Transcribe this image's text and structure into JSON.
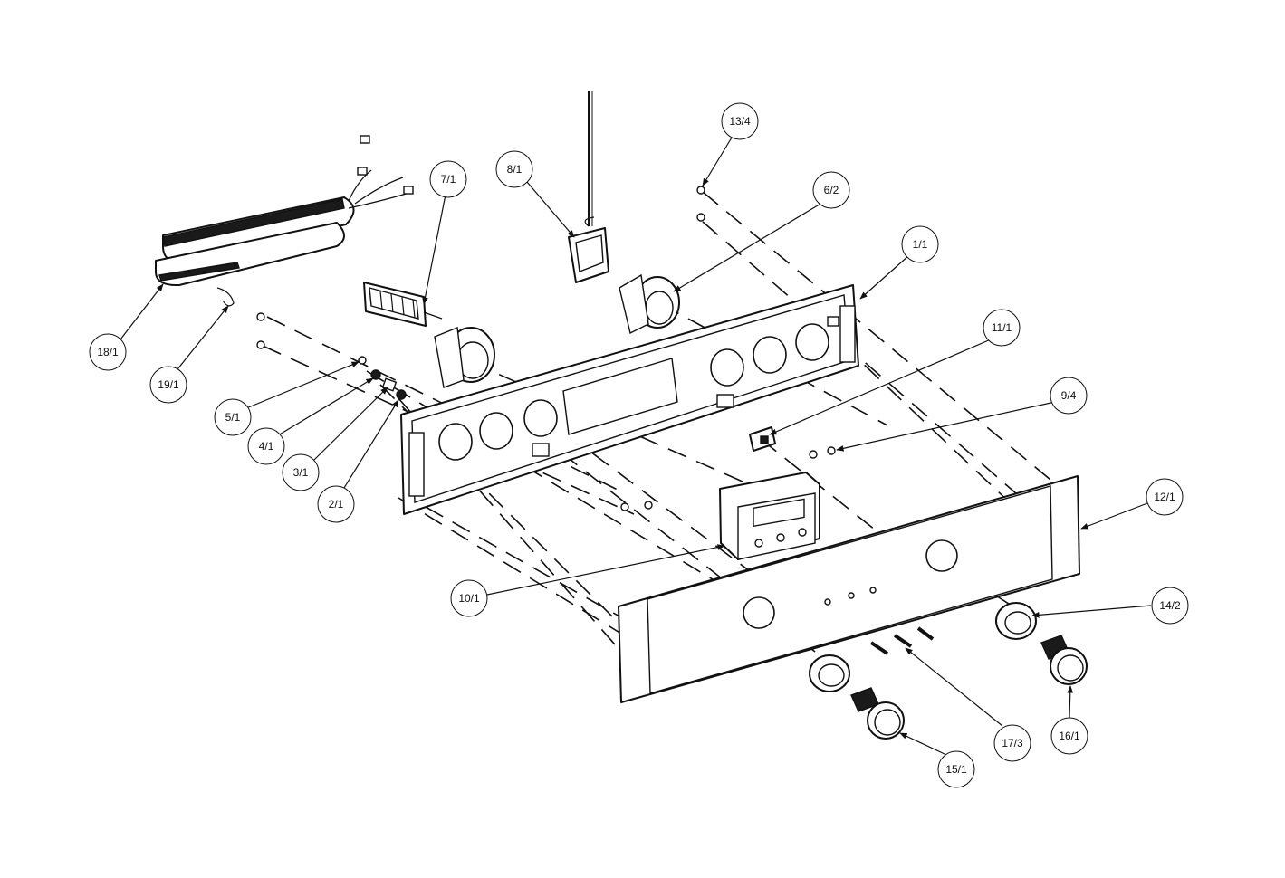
{
  "diagram": {
    "type": "exploded-parts-view",
    "callouts": [
      {
        "id": "c-13-4",
        "label": "13/4"
      },
      {
        "id": "c-8-1",
        "label": "8/1"
      },
      {
        "id": "c-7-1",
        "label": "7/1"
      },
      {
        "id": "c-6-2",
        "label": "6/2"
      },
      {
        "id": "c-1-1",
        "label": "1/1"
      },
      {
        "id": "c-11-1",
        "label": "11/1"
      },
      {
        "id": "c-9-4",
        "label": "9/4"
      },
      {
        "id": "c-12-1",
        "label": "12/1"
      },
      {
        "id": "c-18-1",
        "label": "18/1"
      },
      {
        "id": "c-19-1",
        "label": "19/1"
      },
      {
        "id": "c-5-1",
        "label": "5/1"
      },
      {
        "id": "c-4-1",
        "label": "4/1"
      },
      {
        "id": "c-3-1",
        "label": "3/1"
      },
      {
        "id": "c-2-1",
        "label": "2/1"
      },
      {
        "id": "c-10-1",
        "label": "10/1"
      },
      {
        "id": "c-14-2",
        "label": "14/2"
      },
      {
        "id": "c-17-3",
        "label": "17/3"
      },
      {
        "id": "c-16-1",
        "label": "16/1"
      },
      {
        "id": "c-15-1",
        "label": "15/1"
      }
    ]
  }
}
